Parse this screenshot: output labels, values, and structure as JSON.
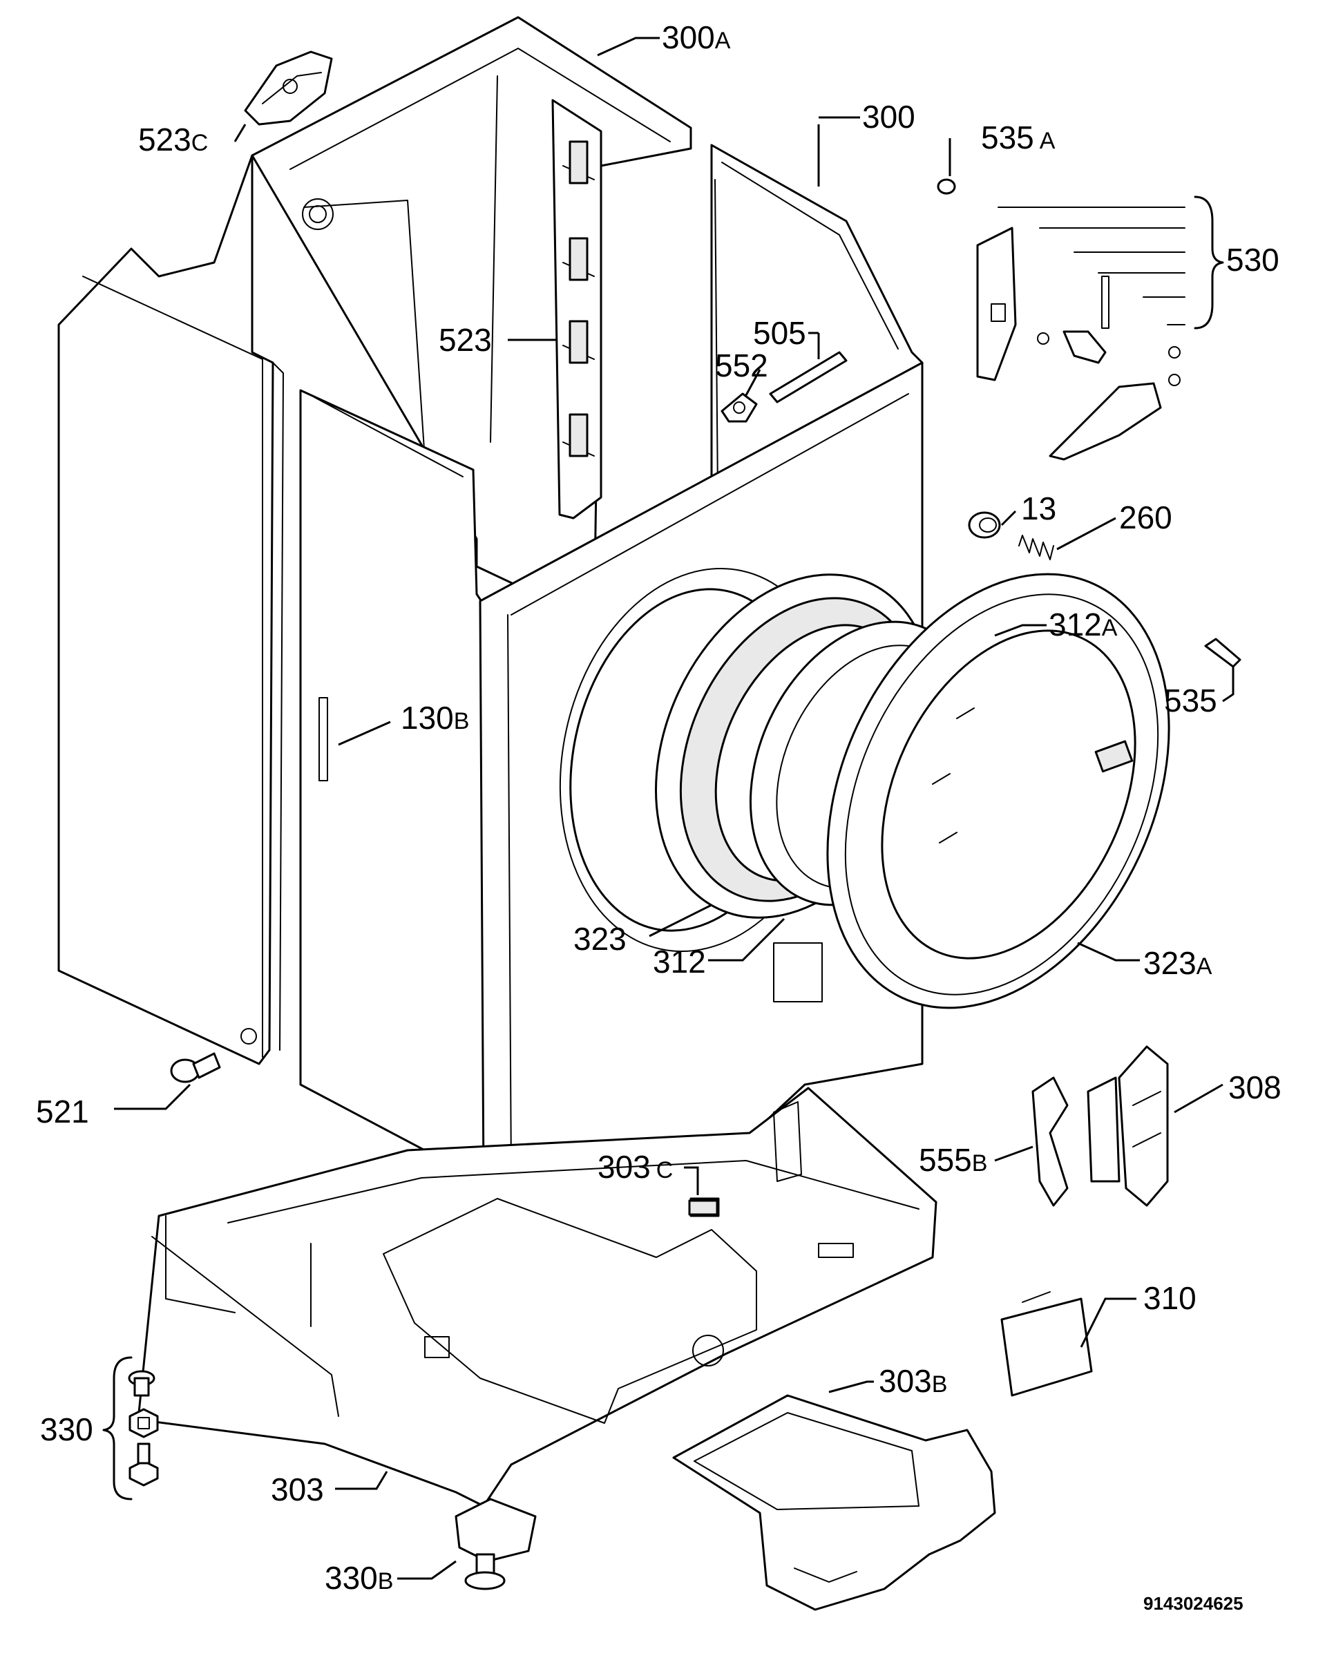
{
  "diagram": {
    "document_number": "9143024625",
    "parts": [
      {
        "id": "part-300A",
        "num": "300",
        "sfx": "A"
      },
      {
        "id": "part-523C",
        "num": "523",
        "sfx": "C"
      },
      {
        "id": "part-300",
        "num": "300",
        "sfx": ""
      },
      {
        "id": "part-535A",
        "num": "535",
        "sfx": "A"
      },
      {
        "id": "part-530",
        "num": "530",
        "sfx": ""
      },
      {
        "id": "part-523",
        "num": "523",
        "sfx": ""
      },
      {
        "id": "part-505",
        "num": "505",
        "sfx": ""
      },
      {
        "id": "part-552",
        "num": "552",
        "sfx": ""
      },
      {
        "id": "part-13",
        "num": "13",
        "sfx": ""
      },
      {
        "id": "part-260",
        "num": "260",
        "sfx": ""
      },
      {
        "id": "part-312A",
        "num": "312",
        "sfx": "A"
      },
      {
        "id": "part-535",
        "num": "535",
        "sfx": ""
      },
      {
        "id": "part-130B",
        "num": "130",
        "sfx": "B"
      },
      {
        "id": "part-323",
        "num": "323",
        "sfx": ""
      },
      {
        "id": "part-312",
        "num": "312",
        "sfx": ""
      },
      {
        "id": "part-323A",
        "num": "323",
        "sfx": "A"
      },
      {
        "id": "part-521",
        "num": "521",
        "sfx": ""
      },
      {
        "id": "part-308",
        "num": "308",
        "sfx": ""
      },
      {
        "id": "part-303C",
        "num": "303",
        "sfx": "C"
      },
      {
        "id": "part-555B",
        "num": "555",
        "sfx": "B"
      },
      {
        "id": "part-310",
        "num": "310",
        "sfx": ""
      },
      {
        "id": "part-303B",
        "num": "303",
        "sfx": "B"
      },
      {
        "id": "part-330",
        "num": "330",
        "sfx": ""
      },
      {
        "id": "part-303",
        "num": "303",
        "sfx": ""
      },
      {
        "id": "part-330B",
        "num": "330",
        "sfx": "B"
      }
    ]
  }
}
